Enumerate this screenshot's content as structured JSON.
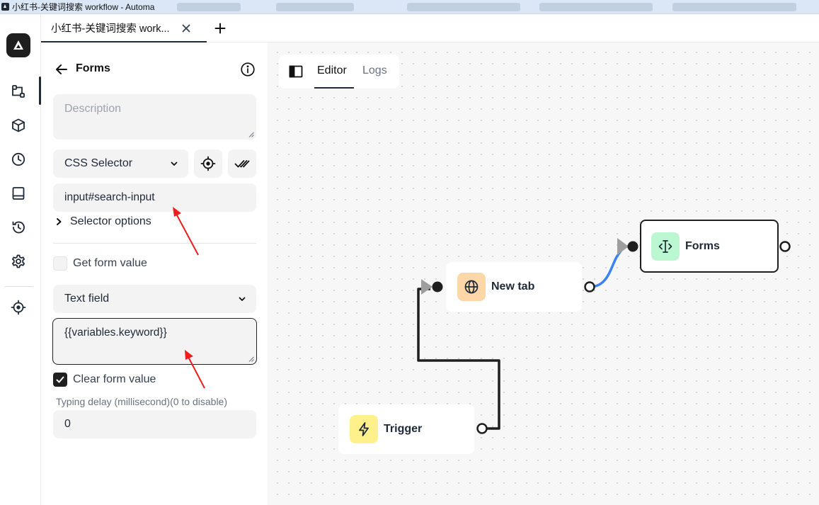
{
  "window": {
    "title": "小红书-关键词搜索 workflow - Automa"
  },
  "tabs": [
    {
      "label": "小红书-关键词搜索 work..."
    }
  ],
  "sidebar_nav": {
    "items": [
      "workflows-icon",
      "packages-icon",
      "schedule-icon",
      "storage-icon",
      "history-icon",
      "settings-icon",
      "element-picker-icon"
    ]
  },
  "panel": {
    "title": "Forms",
    "description_placeholder": "Description",
    "selector_type": "CSS Selector",
    "selector_value": "input#search-input",
    "selector_options_label": "Selector options",
    "get_form_value_label": "Get form value",
    "get_form_value_checked": false,
    "form_type": "Text field",
    "value": "{{variables.keyword}}",
    "clear_form_value_label": "Clear form value",
    "clear_form_value_checked": true,
    "typing_delay_label": "Typing delay (millisecond)(0 to disable)",
    "typing_delay_value": "0"
  },
  "canvas": {
    "tabs": {
      "editor": "Editor",
      "logs": "Logs"
    },
    "nodes": {
      "new_tab": {
        "label": "New tab",
        "icon": "globe-icon",
        "icon_bg": "#fdd7a8"
      },
      "trigger": {
        "label": "Trigger",
        "icon": "bolt-icon",
        "icon_bg": "#fef08a"
      },
      "forms": {
        "label": "Forms",
        "icon": "text-cursor-icon",
        "icon_bg": "#bbf7d0"
      }
    }
  },
  "colors": {
    "accent": "#1f1f1f",
    "edge_active": "#3b82f6",
    "annotation": "#ee1c1c"
  }
}
